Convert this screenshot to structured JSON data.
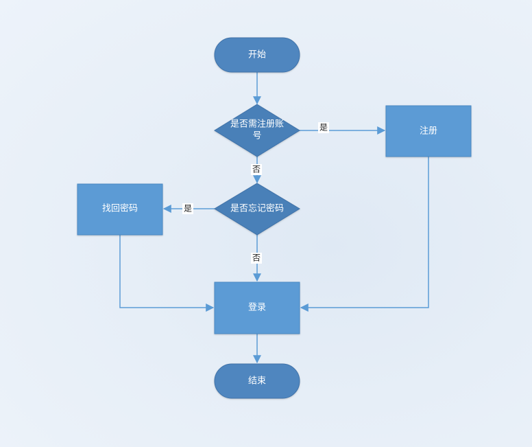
{
  "nodes": {
    "start": "开始",
    "need_register_line1": "是否需注册账",
    "need_register_line2": "号",
    "register": "注册",
    "forgot_password": "是否忘记密码",
    "recover_password": "找回密码",
    "login": "登录",
    "end": "结束"
  },
  "edge_labels": {
    "register_yes": "是",
    "register_no": "否",
    "forgot_yes": "是",
    "forgot_no": "否"
  },
  "colors": {
    "terminal": "#4f86bf",
    "decision": "#4a80b8",
    "process": "#5b9bd5",
    "connector": "#5b9bd5"
  }
}
